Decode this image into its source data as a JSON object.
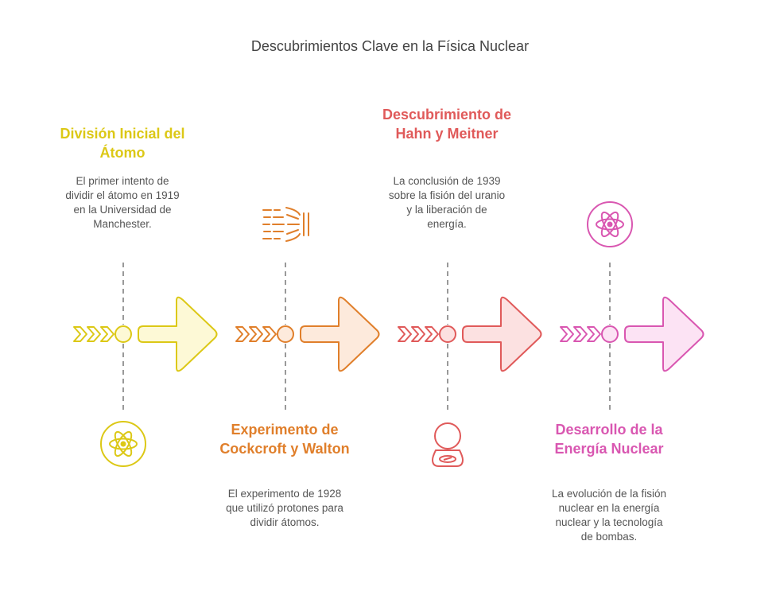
{
  "title": "Descubrimientos Clave en la Física Nuclear",
  "colors": {
    "yellow": "#DCC816",
    "orange": "#E07F2B",
    "red": "#E05A5A",
    "pink": "#D957B1",
    "title_text": "#444444",
    "body_text": "#555555",
    "connector": "#999999"
  },
  "steps": [
    {
      "heading": "División Inicial del Átomo",
      "description": "El primer intento de dividir el átomo en 1919 en la Universidad de Manchester.",
      "icon": "atom-icon",
      "color": "#DCC816",
      "fill": "#FDF9D6"
    },
    {
      "heading": "Experimento de Cockcroft y Walton",
      "description": "El experimento de 1928 que utilizó protones para dividir átomos.",
      "icon": "particle-beam-icon",
      "color": "#E07F2B",
      "fill": "#FDEADC"
    },
    {
      "heading": "Descubrimiento de Hahn y Meitner",
      "description": "La conclusión de 1939 sobre la fisión del uranio y la liberación de energía.",
      "icon": "scientist-bust-icon",
      "color": "#E05A5A",
      "fill": "#FCE1E1"
    },
    {
      "heading": "Desarrollo de la Energía Nuclear",
      "description": "La evolución de la fisión nuclear en la energía nuclear y la tecnología de bombas.",
      "icon": "atom-icon",
      "color": "#D957B1",
      "fill": "#FCE3F4"
    }
  ]
}
